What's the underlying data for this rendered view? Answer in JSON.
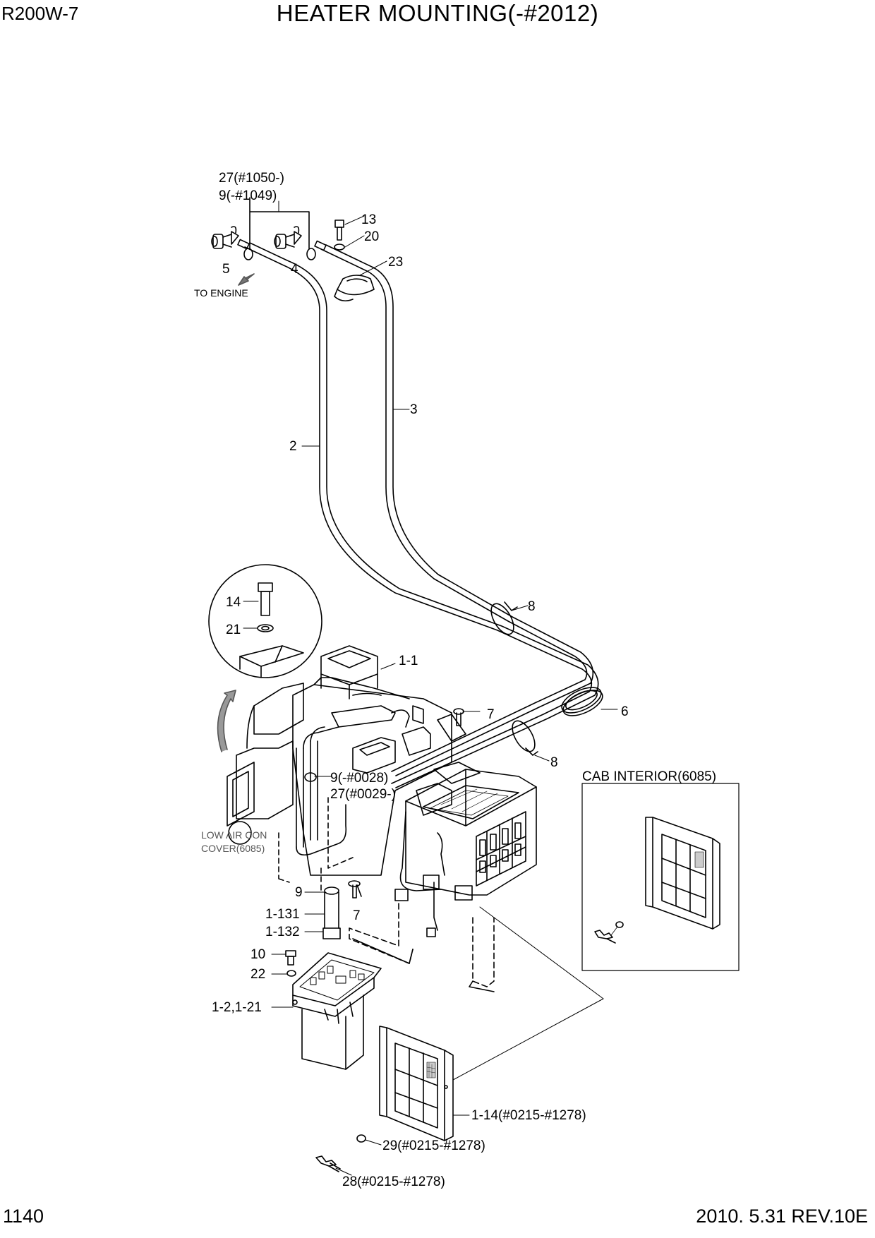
{
  "header": {
    "model": "R200W-7",
    "title": "HEATER MOUNTING(-#2012)"
  },
  "footer": {
    "page_number": "1140",
    "revision": "2010. 5.31  REV.10E"
  },
  "notes": {
    "to_engine": "TO ENGINE",
    "low_aircon_l1": "LOW AIR CON",
    "low_aircon_l2": "COVER(6085)",
    "cab_interior": "CAB INTERIOR(6085)"
  },
  "labels": {
    "p27_1050": "27(#1050-)",
    "p9_1049": "9(-#1049)",
    "p13": "13",
    "p20": "20",
    "p23": "23",
    "p5": "5",
    "p4": "4",
    "p3": "3",
    "p2": "2",
    "p8a": "8",
    "p8b": "8",
    "p6": "6",
    "p14": "14",
    "p21": "21",
    "p1_1": "1-1",
    "p7a": "7",
    "p7b": "7",
    "p9_0028": "9(-#0028)",
    "p27_0029": "27(#0029-)",
    "p9": "9",
    "p1_131": "1-131",
    "p1_132": "1-132",
    "p10": "10",
    "p22": "22",
    "p1_2": "1-2,1-21",
    "p1_14": "1-14(#0215-#1278)",
    "p29": "29(#0215-#1278)",
    "p28": "28(#0215-#1278)"
  }
}
